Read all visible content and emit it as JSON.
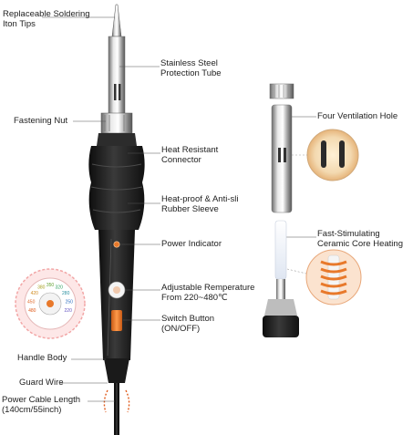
{
  "labels": {
    "tips": "Replaceable Soldering\nIton Tips",
    "tube": "Stainless Steel\nProtection Tube",
    "nut": "Fastening Nut",
    "connector": "Heat Resistant\nConnector",
    "sleeve": "Heat-proof & Anti-sli\nRubber Sleeve",
    "indicator": "Power Indicator",
    "temperature": "Adjustable Remperature\nFrom 220~480℃",
    "switch": "Switch Button\n(ON/OFF)",
    "handle": "Handle Body",
    "guard": "Guard Wire",
    "cable": "Power Cable Length\n(140cm/55inch)",
    "ventilation": "Four Ventilation Hole",
    "ceramic": "Fast-Stimulating\nCeramic Core Heating"
  },
  "dial": {
    "outer_numbers": [
      "480",
      "450",
      "420",
      "380",
      "350",
      "320",
      "280",
      "250",
      "220"
    ]
  },
  "colors": {
    "accent": "#e8792b",
    "rubber": "#1e1e1e",
    "metal": "#b9b9b9",
    "text": "#222222"
  },
  "icons": [
    "soldering-iron-illustration",
    "dial-icon",
    "ventilation-zoom-icon",
    "ceramic-core-zoom-icon"
  ]
}
